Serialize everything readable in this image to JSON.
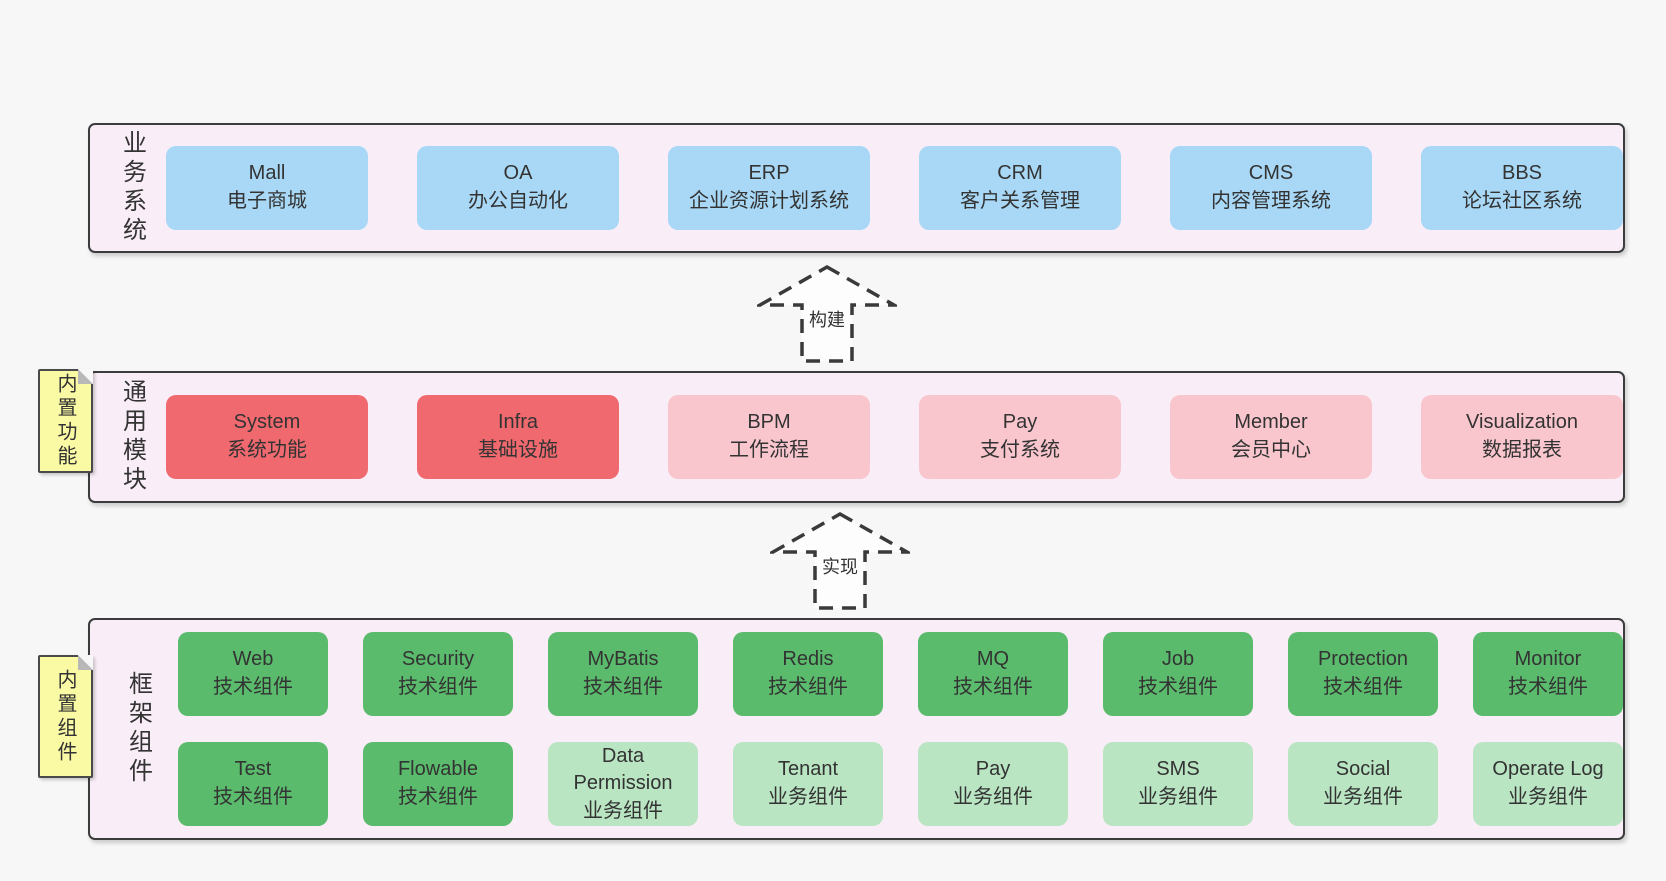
{
  "page": {
    "background": "#f7f7f7"
  },
  "colors": {
    "band-bg": "#f9eef7",
    "band-border": "#3c3c3c",
    "blue": "#a8d8f5",
    "red": "#f0696e",
    "pink": "#f9c6ce",
    "green": "#5abb6c",
    "lightgreen": "#b9e5c3",
    "note-yellow": "#fafaa5",
    "note-fold": "#b8b8b8",
    "text": "#333333"
  },
  "arrows": {
    "build": {
      "label": "构建"
    },
    "implement": {
      "label": "实现"
    }
  },
  "bands": {
    "business": {
      "label": "业务系统",
      "boxes": [
        {
          "name": "Mall",
          "desc": "电子商城",
          "type": "blue"
        },
        {
          "name": "OA",
          "desc": "办公自动化",
          "type": "blue"
        },
        {
          "name": "ERP",
          "desc": "企业资源计划系统",
          "type": "blue"
        },
        {
          "name": "CRM",
          "desc": "客户关系管理",
          "type": "blue"
        },
        {
          "name": "CMS",
          "desc": "内容管理系统",
          "type": "blue"
        },
        {
          "name": "BBS",
          "desc": "论坛社区系统",
          "type": "blue"
        }
      ]
    },
    "common": {
      "label": "通用模块",
      "note": "内置功能",
      "boxes": [
        {
          "name": "System",
          "desc": "系统功能",
          "type": "red"
        },
        {
          "name": "Infra",
          "desc": "基础设施",
          "type": "red"
        },
        {
          "name": "BPM",
          "desc": "工作流程",
          "type": "pink"
        },
        {
          "name": "Pay",
          "desc": "支付系统",
          "type": "pink"
        },
        {
          "name": "Member",
          "desc": "会员中心",
          "type": "pink"
        },
        {
          "name": "Visualization",
          "desc": "数据报表",
          "type": "pink"
        }
      ]
    },
    "framework": {
      "label": "框架组件",
      "note": "内置组件",
      "rows": [
        [
          {
            "name": "Web",
            "desc": "技术组件",
            "type": "green"
          },
          {
            "name": "Security",
            "desc": "技术组件",
            "type": "green"
          },
          {
            "name": "MyBatis",
            "desc": "技术组件",
            "type": "green"
          },
          {
            "name": "Redis",
            "desc": "技术组件",
            "type": "green"
          },
          {
            "name": "MQ",
            "desc": "技术组件",
            "type": "green"
          },
          {
            "name": "Job",
            "desc": "技术组件",
            "type": "green"
          },
          {
            "name": "Protection",
            "desc": "技术组件",
            "type": "green"
          },
          {
            "name": "Monitor",
            "desc": "技术组件",
            "type": "green"
          }
        ],
        [
          {
            "name": "Test",
            "desc": "技术组件",
            "type": "green"
          },
          {
            "name": "Flowable",
            "desc": "技术组件",
            "type": "green"
          },
          {
            "name": "Data Permission",
            "desc": "业务组件",
            "type": "lightgreen"
          },
          {
            "name": "Tenant",
            "desc": "业务组件",
            "type": "lightgreen"
          },
          {
            "name": "Pay",
            "desc": "业务组件",
            "type": "lightgreen"
          },
          {
            "name": "SMS",
            "desc": "业务组件",
            "type": "lightgreen"
          },
          {
            "name": "Social",
            "desc": "业务组件",
            "type": "lightgreen"
          },
          {
            "name": "Operate Log",
            "desc": "业务组件",
            "type": "lightgreen"
          }
        ]
      ]
    }
  }
}
